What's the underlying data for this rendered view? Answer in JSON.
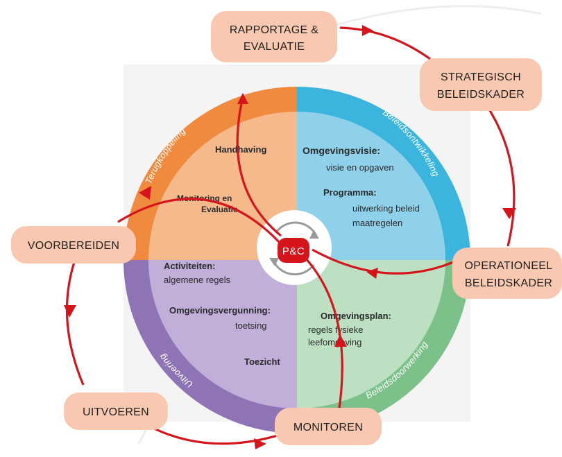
{
  "center": {
    "label": "P&C"
  },
  "ring_labels": {
    "top_left": "Terugkoppeling",
    "top_right": "Beleidsontwikkeling",
    "bottom_left": "Uitvoering",
    "bottom_right": "Beleidsdoorwerking"
  },
  "quadrants": {
    "top_left": {
      "handhaving": "Handhaving",
      "monitoring_line1": "Monitoring en",
      "monitoring_line2": "Evaluatie"
    },
    "top_right": {
      "visie_title": "Omgevingsvisie:",
      "visie_text": "visie en opgaven",
      "programma_title": "Programma:",
      "programma_line1": "uitwerking beleid",
      "programma_line2": "maatregelen"
    },
    "bottom_left": {
      "activiteiten_title": "Activiteiten:",
      "activiteiten_text": "algemene regels",
      "vergunning_title": "Omgevingsvergunning:",
      "vergunning_text": "toetsing",
      "toezicht": "Toezicht"
    },
    "bottom_right": {
      "plan_title": "Omgevingsplan:",
      "plan_line1": "regels fysieke",
      "plan_line2": "leefomgeving"
    }
  },
  "steps": {
    "rapportage_line1": "RAPPORTAGE &",
    "rapportage_line2": "EVALUATIE",
    "strategisch_line1": "STRATEGISCH",
    "strategisch_line2": "BELEIDSKADER",
    "operationeel_line1": "OPERATIONEEL",
    "operationeel_line2": "BELEIDSKADER",
    "voorbereiden": "VOORBEREIDEN",
    "uitvoeren": "UITVOEREN",
    "monitoren": "MONITOREN"
  },
  "colors": {
    "orange_dark": "#ef8a3e",
    "orange_light": "#f6b98c",
    "blue_dark": "#3bb5de",
    "blue_light": "#8fd1ea",
    "green_dark": "#7cc08a",
    "green_light": "#bde0c3",
    "purple_dark": "#8e73b5",
    "purple_light": "#c1aed9",
    "arrow_red": "#d6141c",
    "pill_fill": "#f8c9b0"
  }
}
